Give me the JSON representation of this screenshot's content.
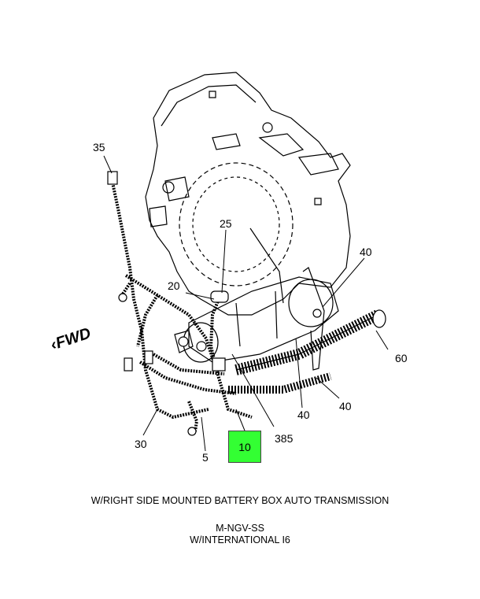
{
  "callouts": {
    "c35": "35",
    "c25": "25",
    "c20": "20",
    "c40a": "40",
    "c60": "60",
    "c40b": "40",
    "c40c": "40",
    "c385": "385",
    "c30": "30",
    "c5": "5",
    "c10": "10"
  },
  "direction_marker": "FWD",
  "captions": {
    "line1": "W/RIGHT SIDE MOUNTED BATTERY BOX AUTO TRANSMISSION",
    "line2": "M-NGV-SS",
    "line3": "W/INTERNATIONAL I6"
  },
  "colors": {
    "highlight": "#33ff33",
    "line": "#000000"
  }
}
